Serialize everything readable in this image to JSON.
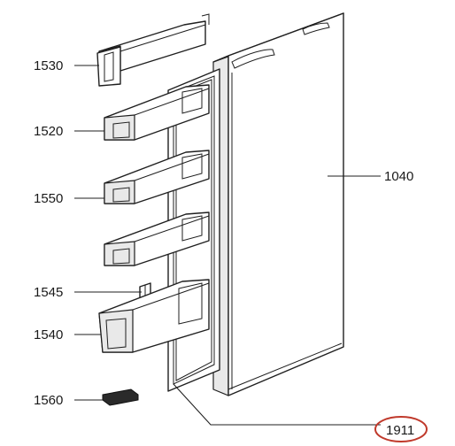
{
  "labels": {
    "shelf_top": "1530",
    "shelf_2": "1520",
    "shelf_3": "1550",
    "clip": "1545",
    "shelf_bottom": "1540",
    "hinge_cover": "1560",
    "door": "1040",
    "gasket": "1911"
  },
  "colors": {
    "highlight": "#c0392b"
  }
}
